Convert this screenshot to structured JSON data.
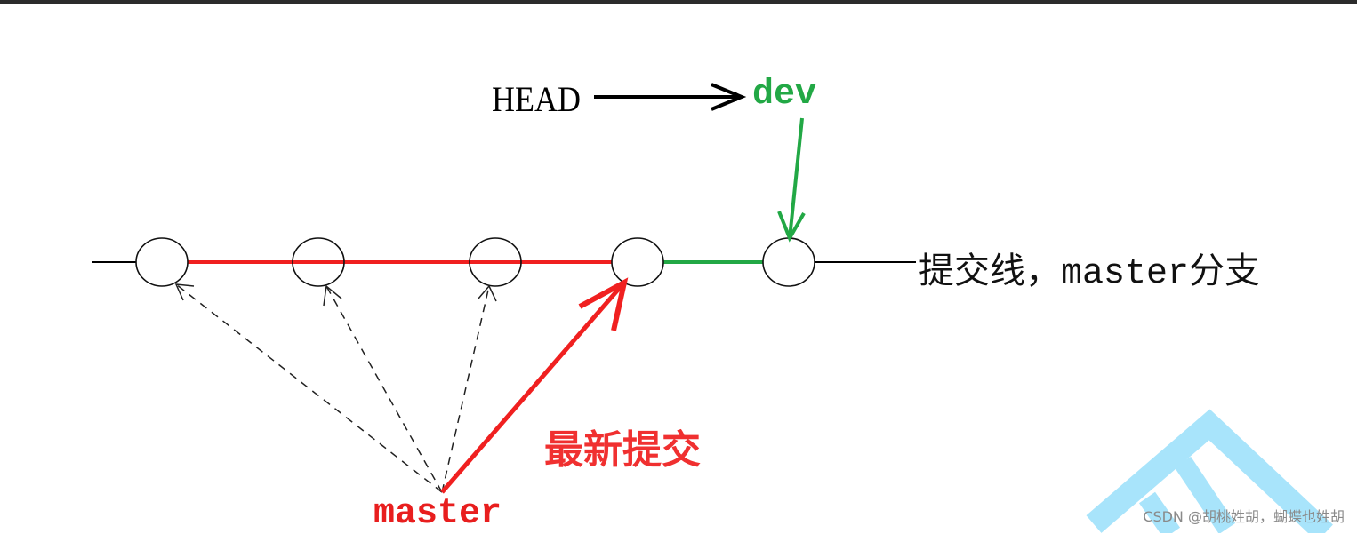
{
  "diagram": {
    "head_label": "HEAD",
    "dev_label": "dev",
    "commit_line_label_prefix": "提交线，",
    "commit_line_label_mono": "master",
    "commit_line_label_suffix": "分支",
    "newest_commit_label": "最新提交",
    "master_label": "master",
    "commit_count": 5
  },
  "watermark": "CSDN @胡桃姓胡，蝴蝶也姓胡",
  "colors": {
    "red": "#f02020",
    "green": "#22a845",
    "black": "#000000",
    "logo_blue": "#a8e4fb"
  }
}
